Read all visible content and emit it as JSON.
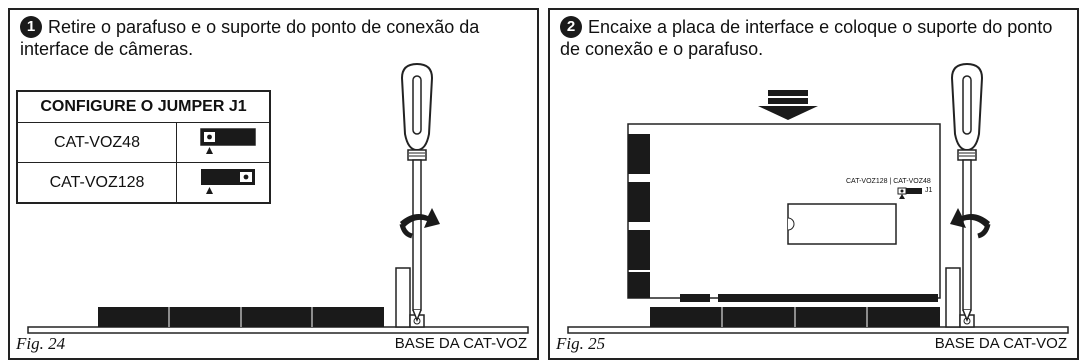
{
  "panel1": {
    "step_number": "1",
    "instruction": "Retire o parafuso e o suporte do ponto de conexão da interface de câmeras.",
    "table": {
      "header": "CONFIGURE O JUMPER J1",
      "rows": [
        {
          "model": "CAT-VOZ48",
          "jumper_position": "left"
        },
        {
          "model": "CAT-VOZ128",
          "jumper_position": "right"
        }
      ]
    },
    "figure_label": "Fig. 24",
    "base_label": "BASE DA CAT-VOZ"
  },
  "panel2": {
    "step_number": "2",
    "instruction": "Encaixe a placa de interface e coloque o suporte do ponto de conexão e o parafuso.",
    "board_jumper_models": "CAT-VOZ128 | CAT-VOZ48",
    "board_jumper_name": "J1",
    "figure_label": "Fig. 25",
    "base_label": "BASE DA CAT-VOZ"
  },
  "colors": {
    "ink": "#1a1a1a",
    "background": "#ffffff"
  },
  "icons": [
    "screwdriver-icon",
    "rotation-arrow-icon",
    "insert-arrow-icon"
  ]
}
